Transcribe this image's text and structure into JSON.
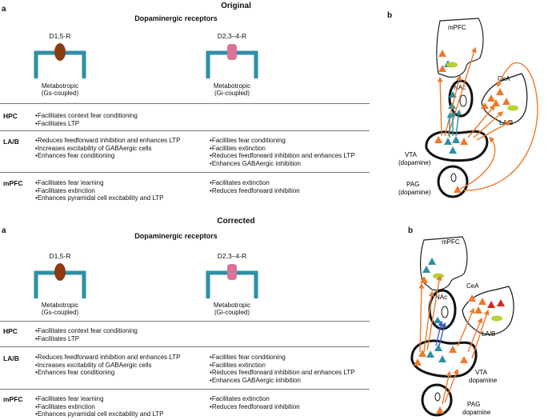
{
  "sections": [
    {
      "title": "Original",
      "panel_a": {
        "letter": "a",
        "title": "Dopaminergic receptors",
        "receptors": [
          {
            "name": "D1,5-R",
            "type_line1": "Metabotropic",
            "type_line2": "(Gs-coupled)"
          },
          {
            "name": "D2,3–4-R",
            "type_line1": "Metabotropic",
            "type_line2": "(Gi-coupled)"
          }
        ],
        "rows": [
          {
            "label": "HPC",
            "col1": [
              "Facilitates context fear conditioning",
              "Facilitates LTP"
            ],
            "col2": []
          },
          {
            "label": "LA/B",
            "col1": [
              "Reduces feedforward inhibition and enhances LTP",
              "Increases excitability of GABAergic cells",
              "Enhances fear conditioning"
            ],
            "col2": [
              "Facilities fear conditioning",
              "Facilities extinction",
              "Reduces feedforward inhibition and enhances LTP",
              "Enhances GABAergic inhibition"
            ]
          },
          {
            "label": "mPFC",
            "col1": [
              "Facilitates fear learning",
              "Facilitates extinction",
              "Enhances pyramidal cell excitability and LTP"
            ],
            "col2": [
              "Facilitates extinction",
              "Reduces feedforward inhibition"
            ]
          }
        ]
      },
      "panel_b": {
        "letter": "b",
        "labels": {
          "mpfc": "mPFC",
          "nac": "NAc",
          "cea": "CeA",
          "lab": "LA/B",
          "vta1": "VTA",
          "vta2": "(dopamine)",
          "pag1": "PAG",
          "pag2": "(dopamine)"
        }
      }
    },
    {
      "title": "Corrected",
      "panel_a": {
        "letter": "a",
        "title": "Dopaminergic receptors",
        "receptors": [
          {
            "name": "D1,5-R",
            "type_line1": "Metabotropic",
            "type_line2": "(Gs-coupled)"
          },
          {
            "name": "D2,3–4-R",
            "type_line1": "Metabotropic",
            "type_line2": "(Gi-coupled)"
          }
        ],
        "rows": [
          {
            "label": "HPC",
            "col1": [
              "Facilitates context fear conditioning",
              "Facilitates LTP"
            ],
            "col2": []
          },
          {
            "label": "LA/B",
            "col1": [
              "Reduces feedforward inhibition and enhances LTP",
              "Increases excitability of GABAergic cells",
              "Enhances fear conditioning"
            ],
            "col2": [
              "Facilities fear conditioning",
              "Facilities extinction",
              "Reduces feedforward inhibition and enhances LTP",
              "Enhances GABAergic inhibition"
            ]
          },
          {
            "label": "mPFC",
            "col1": [
              "Facilitates fear learning",
              "Facilitates extinction",
              "Enhances pyramidal cell excitability and LTP"
            ],
            "col2": [
              "Facilitates extinction",
              "Reduces feedforward inhibition"
            ]
          }
        ]
      },
      "panel_b": {
        "letter": "b",
        "labels": {
          "mpfc": "mPFC",
          "nac": "NAc",
          "cea": "CeA",
          "lab": "LA/B",
          "vta1": "VTA",
          "vta2": "dopamine",
          "pag1": "PAG",
          "pag2": "dopamine"
        }
      }
    }
  ],
  "colors": {
    "receptor_frame": "#2e8fa6",
    "d1_receptor": "#8b3a12",
    "d2_receptor": "#d9739a",
    "teal_triangle": "#2e8fa6",
    "orange_arrow": "#ec7a2c",
    "red_triangle": "#d9261c",
    "green_ellipse": "#b5d334",
    "blue_arrow": "#3e5fbf"
  }
}
